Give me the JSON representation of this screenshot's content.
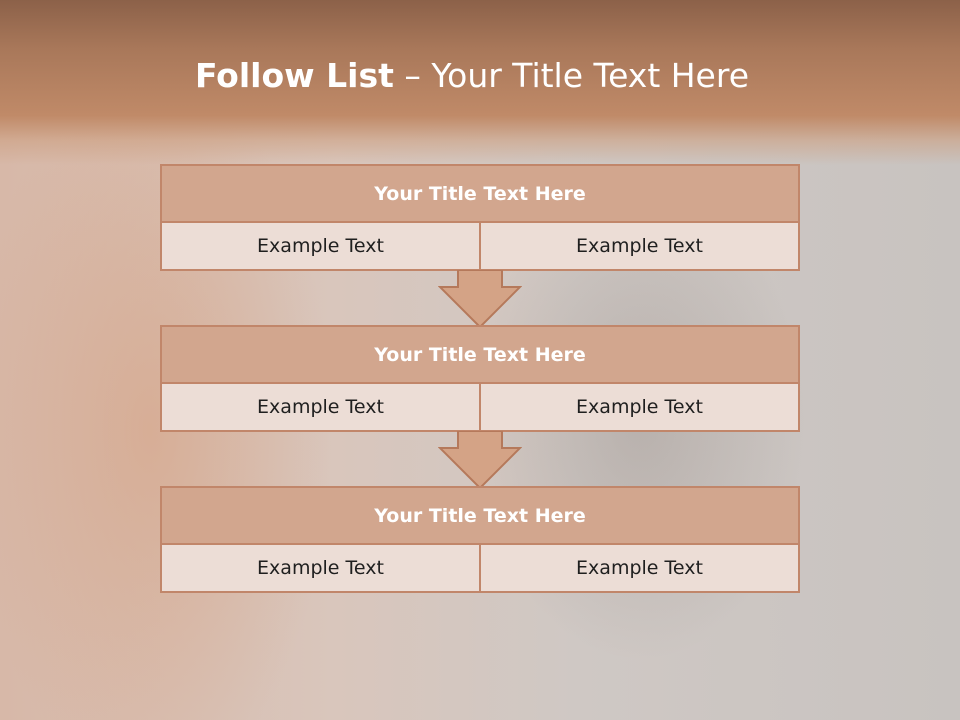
{
  "slide": {
    "title_bold": "Follow List",
    "title_rest": "– Your Title Text Here"
  },
  "steps": [
    {
      "title": "Your Title Text Here",
      "left": "Example Text",
      "right": "Example Text"
    },
    {
      "title": "Your Title Text Here",
      "left": "Example Text",
      "right": "Example Text"
    },
    {
      "title": "Your Title Text Here",
      "left": "Example Text",
      "right": "Example Text"
    }
  ],
  "colors": {
    "header": "#a9785a",
    "box_border": "#c1866a",
    "box_head": "#d2a68e",
    "box_cell": "#ecddd6",
    "arrow_fill": "#d4a386"
  }
}
